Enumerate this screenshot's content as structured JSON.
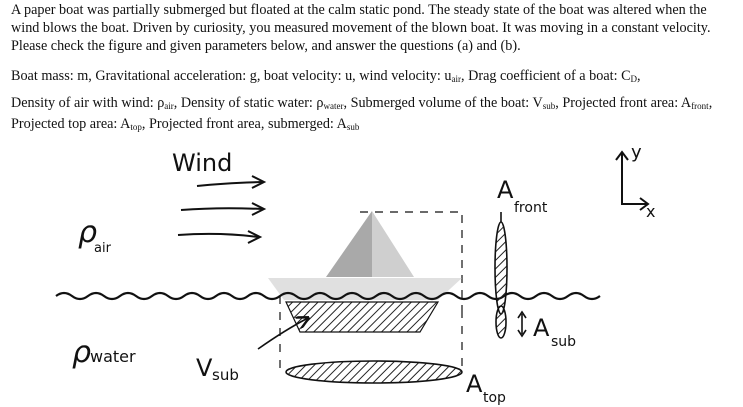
{
  "problem": {
    "intro": "A paper boat was partially submerged but floated at the calm static pond. The steady state of the boat was altered when the wind blows the boat. Driven by curiosity, you measured movement of the blown boat. It was moving in a constant velocity. Please check the figure and given parameters below, and answer the questions (a) and (b).",
    "given_line1": {
      "part1": "Boat mass: m, Gravitational acceleration: g, boat velocity: u, wind velocity: u",
      "sub1": "air",
      "part2": ", Drag coefficient of a boat: C",
      "sub2": "D",
      "part3": ","
    },
    "given_line2": {
      "t1": "Density of air with wind: ρ",
      "s1": "air",
      "t2": ", Density of static water: ρ",
      "s2": "water",
      "t3": ", Submerged volume of the boat: V",
      "s3": "sub",
      "t4": ", Projected front area: A",
      "s4": "front",
      "t5": ", Projected top area: A",
      "s5": "top",
      "t6": ", Projected front area, submerged: A",
      "s6": "sub"
    }
  },
  "figure_labels": {
    "wind": "Wind",
    "rho_air": "ρ",
    "rho_air_sub": "air",
    "rho_water": "ρ",
    "rho_water_sub": "water",
    "v_sub": "V",
    "v_sub_sub": "sub",
    "a_front": "A",
    "a_front_sub": "front",
    "a_top": "A",
    "a_top_sub": "top",
    "a_sub": "A",
    "a_sub_sub": "sub",
    "axis_y": "y",
    "axis_x": "x"
  }
}
